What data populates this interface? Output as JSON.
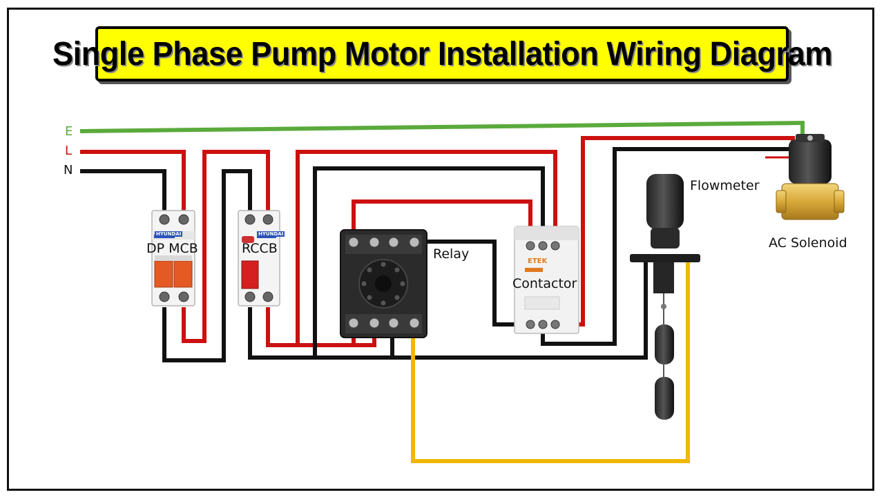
{
  "title": "Single Phase Pump Motor Installation Wiring Diagram",
  "lines": {
    "earth": "E",
    "live": "L",
    "neutral": "N"
  },
  "components": {
    "dp_mcb": {
      "label": "DP MCB",
      "brand": "HYUNDAI"
    },
    "rccb": {
      "label": "RCCB",
      "brand": "HYUNDAI"
    },
    "relay": {
      "label": "Relay"
    },
    "contactor": {
      "label": "Contactor",
      "brand": "ETEK"
    },
    "flowmeter": {
      "label": "Flowmeter"
    },
    "solenoid": {
      "label": "AC Solenoid"
    }
  },
  "colors": {
    "earth": "#5aaa3c",
    "live": "#cc1010",
    "neutral": "#111111",
    "signal": "#f0b800",
    "title_bg": "#ffff00"
  }
}
